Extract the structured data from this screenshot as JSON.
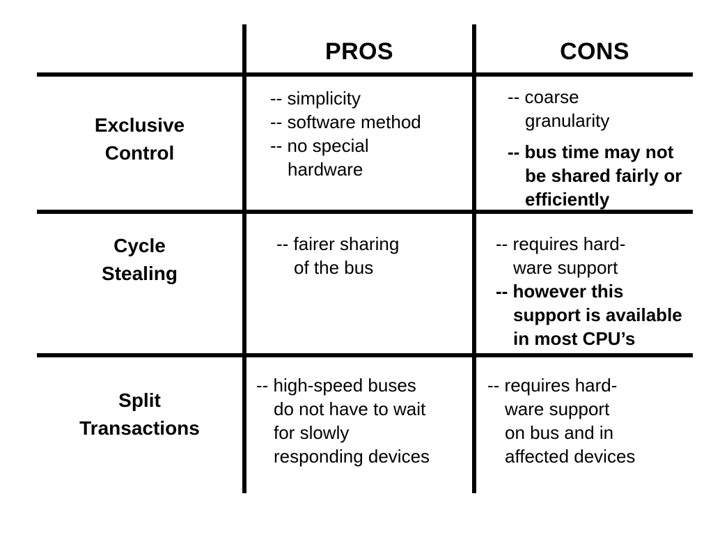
{
  "table": {
    "corner_label": "",
    "columns": [
      {
        "key": "pros",
        "label": "PROS"
      },
      {
        "key": "cons",
        "label": "CONS"
      }
    ],
    "rows": [
      {
        "label_line_1": "Exclusive",
        "label_line_2": "Control",
        "pros": {
          "lines": [
            {
              "text": "-- simplicity",
              "bold": false,
              "indent": false
            },
            {
              "text": "-- software method",
              "bold": false,
              "indent": false
            },
            {
              "text": "-- no special",
              "bold": false,
              "indent": false
            },
            {
              "text": "hardware",
              "bold": false,
              "indent": true
            }
          ]
        },
        "cons": {
          "lines": [
            {
              "text": "-- coarse",
              "bold": false,
              "indent": false
            },
            {
              "text": "granularity",
              "bold": false,
              "indent": true
            },
            {
              "text": "",
              "bold": false,
              "indent": false
            },
            {
              "text": "-- bus time may not",
              "bold": true,
              "indent": false
            },
            {
              "text": "be shared fairly or",
              "bold": true,
              "indent": true
            },
            {
              "text": "efficiently",
              "bold": true,
              "indent": true
            }
          ]
        }
      },
      {
        "label_line_1": "Cycle",
        "label_line_2": "Stealing",
        "pros": {
          "lines": [
            {
              "text": "-- fairer sharing",
              "bold": false,
              "indent": false
            },
            {
              "text": "of the bus",
              "bold": false,
              "indent": true
            }
          ]
        },
        "cons": {
          "lines": [
            {
              "text": "-- requires hard-",
              "bold": false,
              "indent": false
            },
            {
              "text": "ware support",
              "bold": false,
              "indent": true
            },
            {
              "text": "-- however this",
              "bold": true,
              "indent": false
            },
            {
              "text": "support is available",
              "bold": true,
              "indent": true
            },
            {
              "text": "in most CPU’s",
              "bold": true,
              "indent": true
            }
          ]
        }
      },
      {
        "label_line_1": "Split",
        "label_line_2": "Transactions",
        "pros": {
          "lines": [
            {
              "text": "-- high-speed buses",
              "bold": false,
              "indent": false
            },
            {
              "text": "do not have to wait",
              "bold": false,
              "indent": true
            },
            {
              "text": "for slowly",
              "bold": false,
              "indent": true
            },
            {
              "text": "responding devices",
              "bold": false,
              "indent": true
            }
          ]
        },
        "cons": {
          "lines": [
            {
              "text": "-- requires hard-",
              "bold": false,
              "indent": false
            },
            {
              "text": "ware support",
              "bold": false,
              "indent": true
            },
            {
              "text": "on bus and in",
              "bold": false,
              "indent": true
            },
            {
              "text": "affected devices",
              "bold": false,
              "indent": true
            }
          ]
        }
      }
    ]
  },
  "colors": {
    "background": "#ffffff",
    "foreground": "#000000",
    "rule": "#000000"
  }
}
